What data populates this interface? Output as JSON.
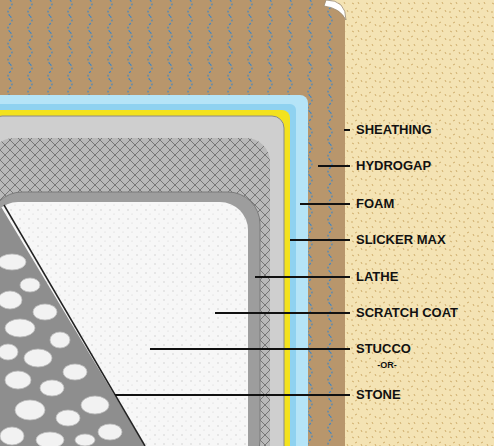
{
  "diagram": {
    "labels": [
      "SHEATHING",
      "HYDROGAP",
      "FOAM",
      "SLICKER MAX",
      "LATHE",
      "SCRATCH COAT",
      "STUCCO",
      "-OR-",
      "STONE"
    ]
  }
}
